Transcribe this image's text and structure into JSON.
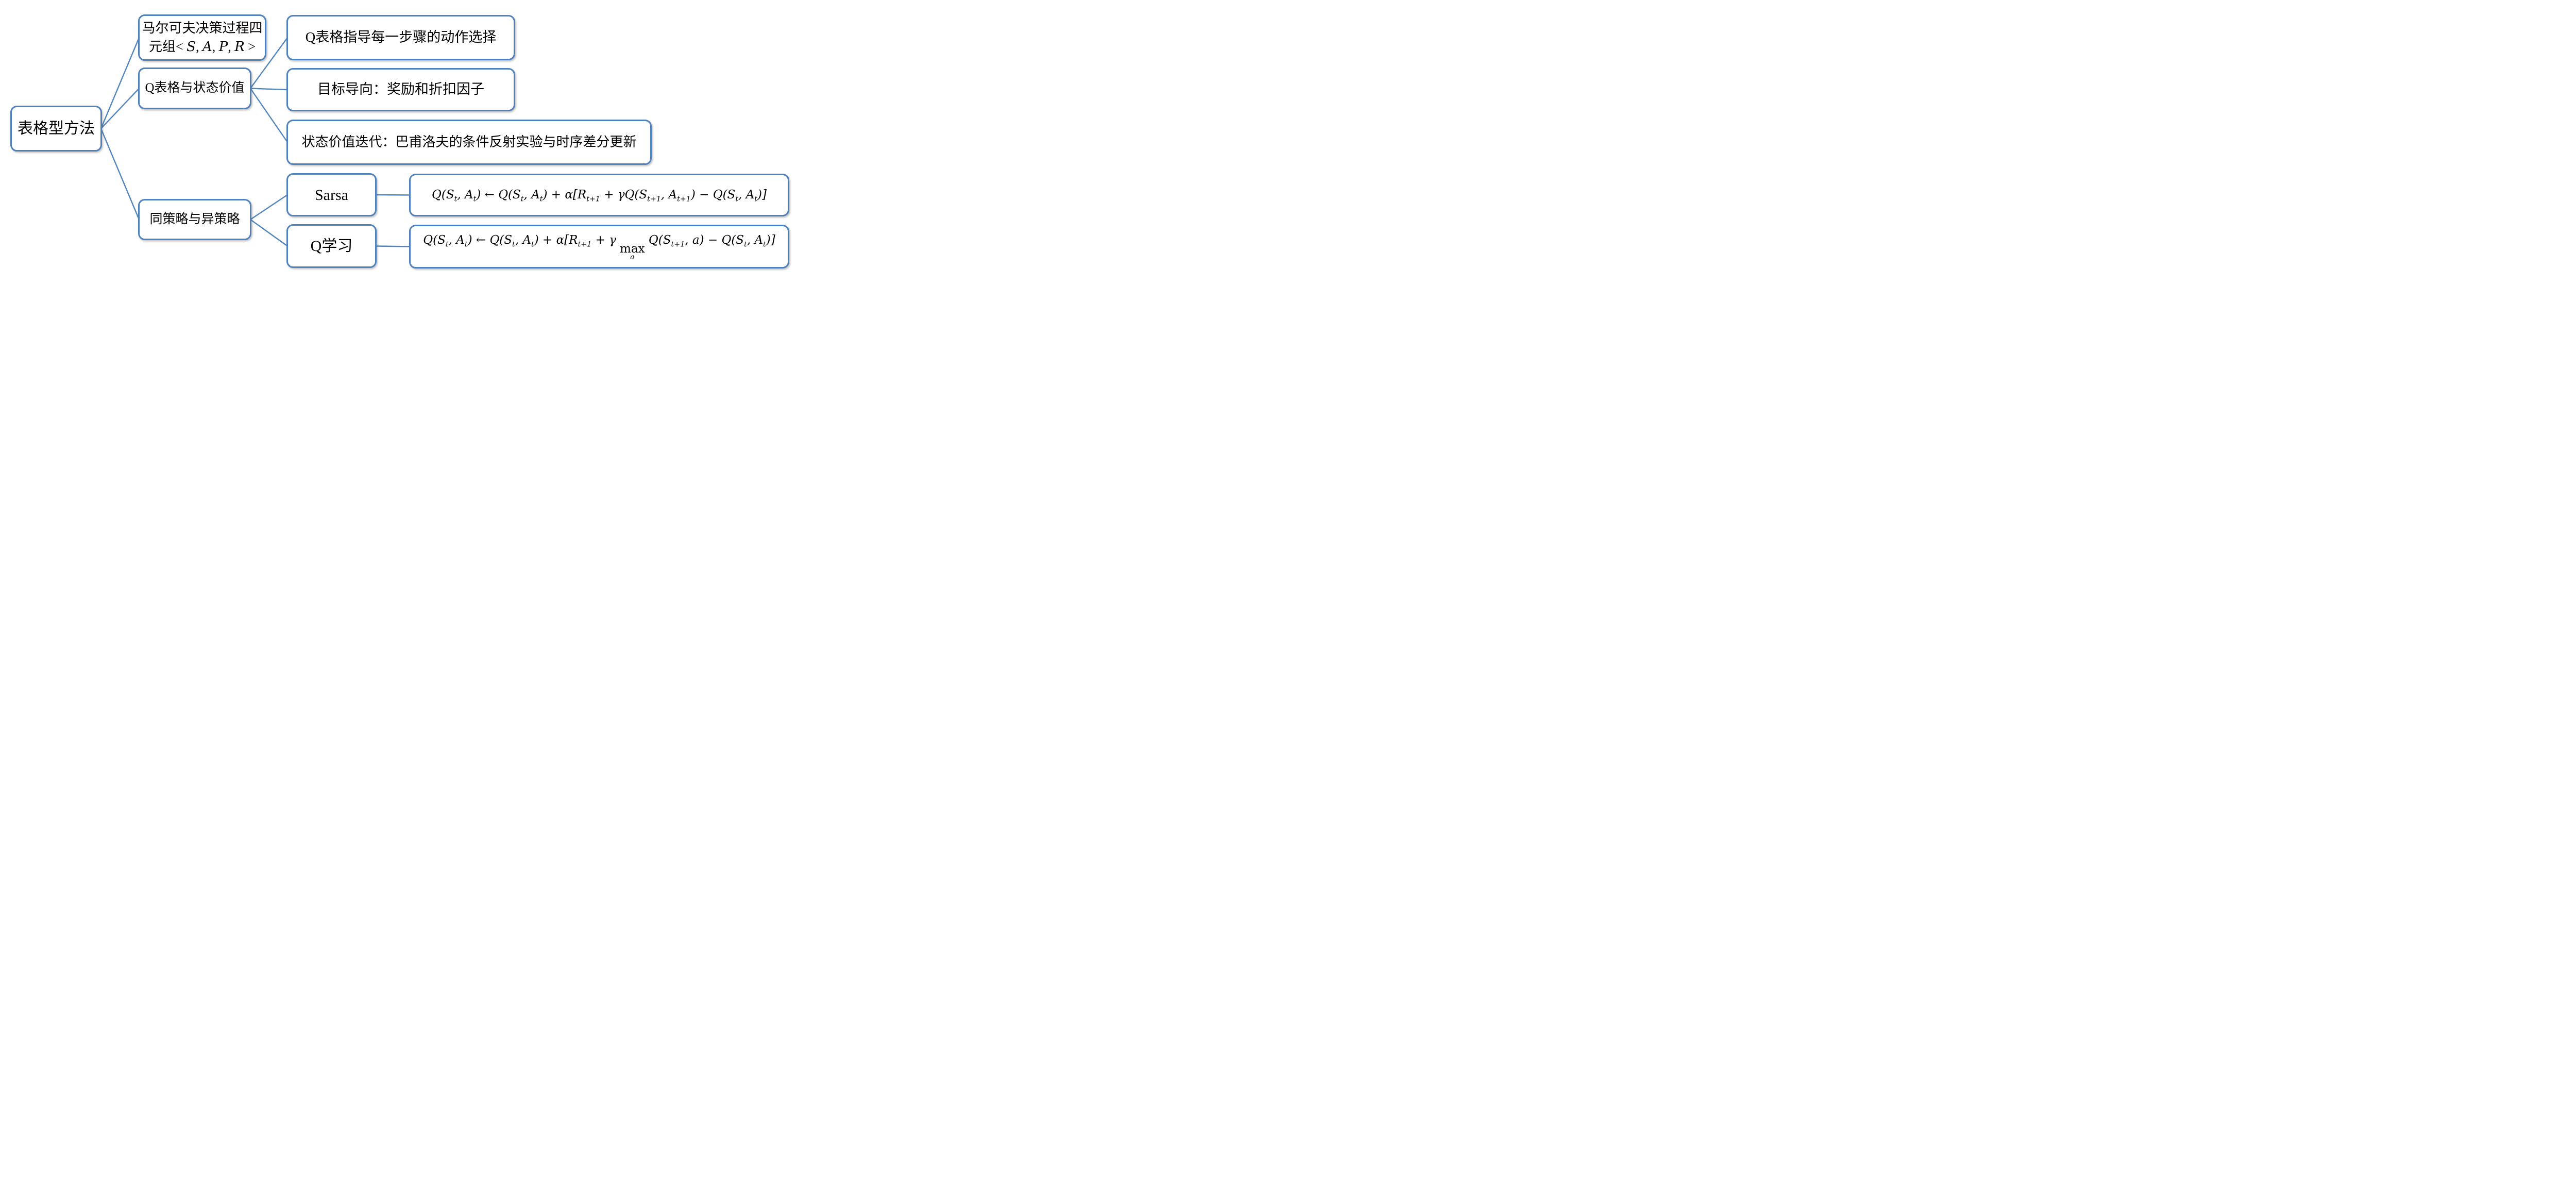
{
  "colors": {
    "accent": "#4f81bd",
    "connector": "#5285bd",
    "text": "#000000",
    "background": "#ffffff"
  },
  "root": {
    "label": "表格型方法"
  },
  "branches": {
    "mdp": {
      "title_line1": "马尔可夫决策过程四",
      "title_line2": [
        {
          "t": "元组< "
        },
        {
          "t": "S",
          "i": true
        },
        {
          "t": ", "
        },
        {
          "t": "A",
          "i": true
        },
        {
          "t": ", "
        },
        {
          "t": "P",
          "i": true
        },
        {
          "t": ", "
        },
        {
          "t": "R",
          "i": true
        },
        {
          "t": " >"
        }
      ]
    },
    "qtable": {
      "label": "Q表格与状态价值",
      "children": [
        {
          "label": "Q表格指导每一步骤的动作选择"
        },
        {
          "label": "目标导向：奖励和折扣因子"
        },
        {
          "label": "状态价值迭代：巴甫洛夫的条件反射实验与时序差分更新"
        }
      ]
    },
    "policy": {
      "label": "同策略与异策略",
      "children": [
        {
          "label": "Sarsa",
          "formula": [
            {
              "t": "Q(S"
            },
            {
              "t": "t",
              "sub": true
            },
            {
              "t": ", A"
            },
            {
              "t": "t",
              "sub": true
            },
            {
              "t": ") ← Q(S"
            },
            {
              "t": "t",
              "sub": true
            },
            {
              "t": ", A"
            },
            {
              "t": "t",
              "sub": true
            },
            {
              "t": ") + α[R"
            },
            {
              "t": "t+1",
              "sub": true
            },
            {
              "t": " + γQ(S"
            },
            {
              "t": "t+1",
              "sub": true
            },
            {
              "t": ", A"
            },
            {
              "t": "t+1",
              "sub": true
            },
            {
              "t": ") − Q(S"
            },
            {
              "t": "t",
              "sub": true
            },
            {
              "t": ", A"
            },
            {
              "t": "t",
              "sub": true
            },
            {
              "t": ")]"
            }
          ]
        },
        {
          "label": "Q学习",
          "formula": [
            {
              "t": "Q(S"
            },
            {
              "t": "t",
              "sub": true
            },
            {
              "t": ", A"
            },
            {
              "t": "t",
              "sub": true
            },
            {
              "t": ") ← Q(S"
            },
            {
              "t": "t",
              "sub": true
            },
            {
              "t": ", A"
            },
            {
              "t": "t",
              "sub": true
            },
            {
              "t": ") + α[R"
            },
            {
              "t": "t+1",
              "sub": true
            },
            {
              "t": " + γ "
            },
            {
              "t": "max",
              "under": "a"
            },
            {
              "t": " Q(S"
            },
            {
              "t": "t+1",
              "sub": true
            },
            {
              "t": ", a) − Q(S"
            },
            {
              "t": "t",
              "sub": true
            },
            {
              "t": ", A"
            },
            {
              "t": "t",
              "sub": true
            },
            {
              "t": ")]"
            }
          ]
        }
      ]
    }
  }
}
